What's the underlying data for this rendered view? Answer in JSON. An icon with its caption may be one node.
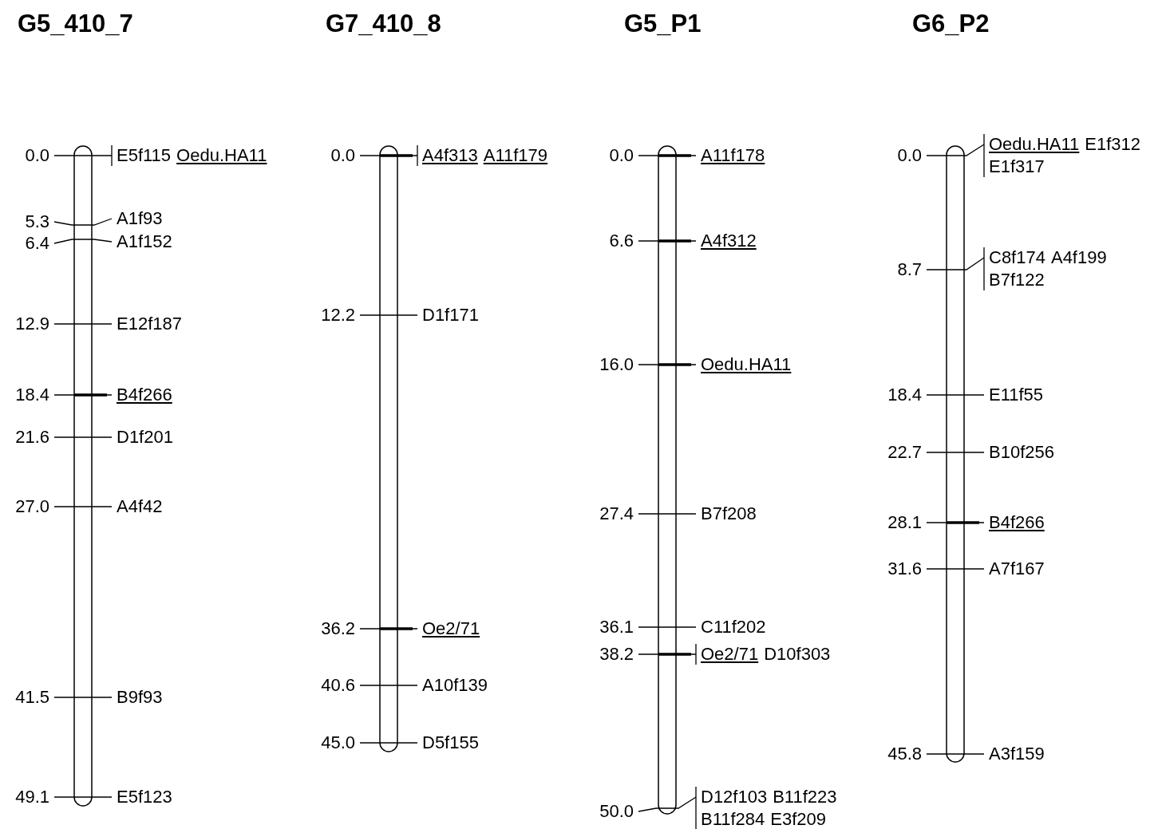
{
  "diagram": {
    "nodes": [
      {
        "text": [
          "G5_410_7"
        ]
      },
      {
        "text": [
          "G7_410_8"
        ]
      },
      {
        "text": [
          "G5_P1"
        ]
      },
      {
        "text": [
          "G6_P2"
        ]
      }
    ],
    "labels": [
      "0.0",
      "E5f115",
      "Oedu.HA11",
      "5.3",
      "A1f93",
      "6.4",
      "A1f152",
      "12.9",
      "E12f187",
      "18.4",
      "B4f266",
      "21.6",
      "D1f201",
      "27.0",
      "A4f42",
      "41.5",
      "B9f93",
      "49.1",
      "E5f123",
      "0.0",
      "A4f313",
      "A11f179",
      "12.2",
      "D1f171",
      "36.2",
      "Oe2/71",
      "40.6",
      "A10f139",
      "45.0",
      "D5f155",
      "0.0",
      "A11f178",
      "6.6",
      "A4f312",
      "16.0",
      "Oedu.HA11",
      "27.4",
      "B7f208",
      "36.1",
      "C11f202",
      "38.2",
      "Oe2/71",
      "D10f303",
      "50.0",
      "D12f103",
      "B11f223",
      "B11f284",
      "E3f209",
      "0.0",
      "Oedu.HA11",
      "E1f312",
      "E1f317",
      "8.7",
      "C8f174",
      "A4f199",
      "B7f122",
      "18.4",
      "E11f55",
      "22.7",
      "B10f256",
      "28.1",
      "B4f266",
      "31.6",
      "A7f167",
      "45.8",
      "A3f159"
    ]
  }
}
